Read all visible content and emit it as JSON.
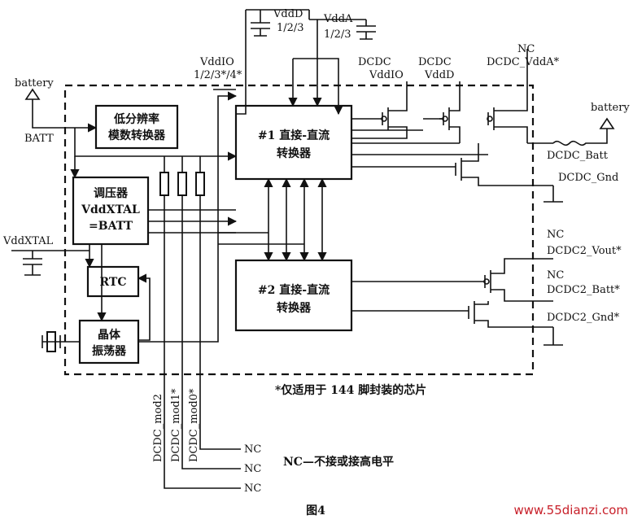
{
  "figure": {
    "caption": "图4",
    "watermark": "www.55dianzi.com",
    "footnote": "*仅适用于 144 脚封装的芯片",
    "nc_legend": "NC—不接或接高电平"
  },
  "blocks": {
    "adc": [
      "低分辨率",
      "模数转换器"
    ],
    "regulator": [
      "调压器",
      "VddXTAL",
      "=BATT"
    ],
    "rtc": "RTC",
    "oscillator": [
      "晶体",
      "振荡器"
    ],
    "dcdc1": [
      "#1 直接-直流",
      "转换器"
    ],
    "dcdc2": [
      "#2 直接-直流",
      "转换器"
    ]
  },
  "labels": {
    "battery_left": "battery",
    "batt": "BATT",
    "vddxtal": "VddXTAL",
    "vddio": "VddIO",
    "vddio_opts": "1/2/3*/4*",
    "vddd": "VddD",
    "vddd_opts": "1/2/3",
    "vdda": "VddA",
    "vdda_opts": "1/2/3",
    "dcdc_vddio": [
      "DCDC",
      "VddIO"
    ],
    "dcdc_vddd": [
      "DCDC",
      "VddD"
    ],
    "nc_vdda": "NC",
    "dcdc_vdda": "DCDC_VddA*",
    "battery_right": "battery",
    "dcdc_batt": "DCDC_Batt",
    "dcdc_gnd": "DCDC_Gnd",
    "nc_vout": "NC",
    "dcdc2_vout": "DCDC2_Vout*",
    "nc_batt2": "NC",
    "dcdc2_batt": "DCDC2_Batt*",
    "dcdc2_gnd": "DCDC2_Gnd*",
    "mod2": "DCDC_mod2",
    "mod1": "DCDC_mod1*",
    "mod0": "DCDC_mod0*",
    "nc1": "NC",
    "nc2": "NC",
    "nc3": "NC"
  }
}
